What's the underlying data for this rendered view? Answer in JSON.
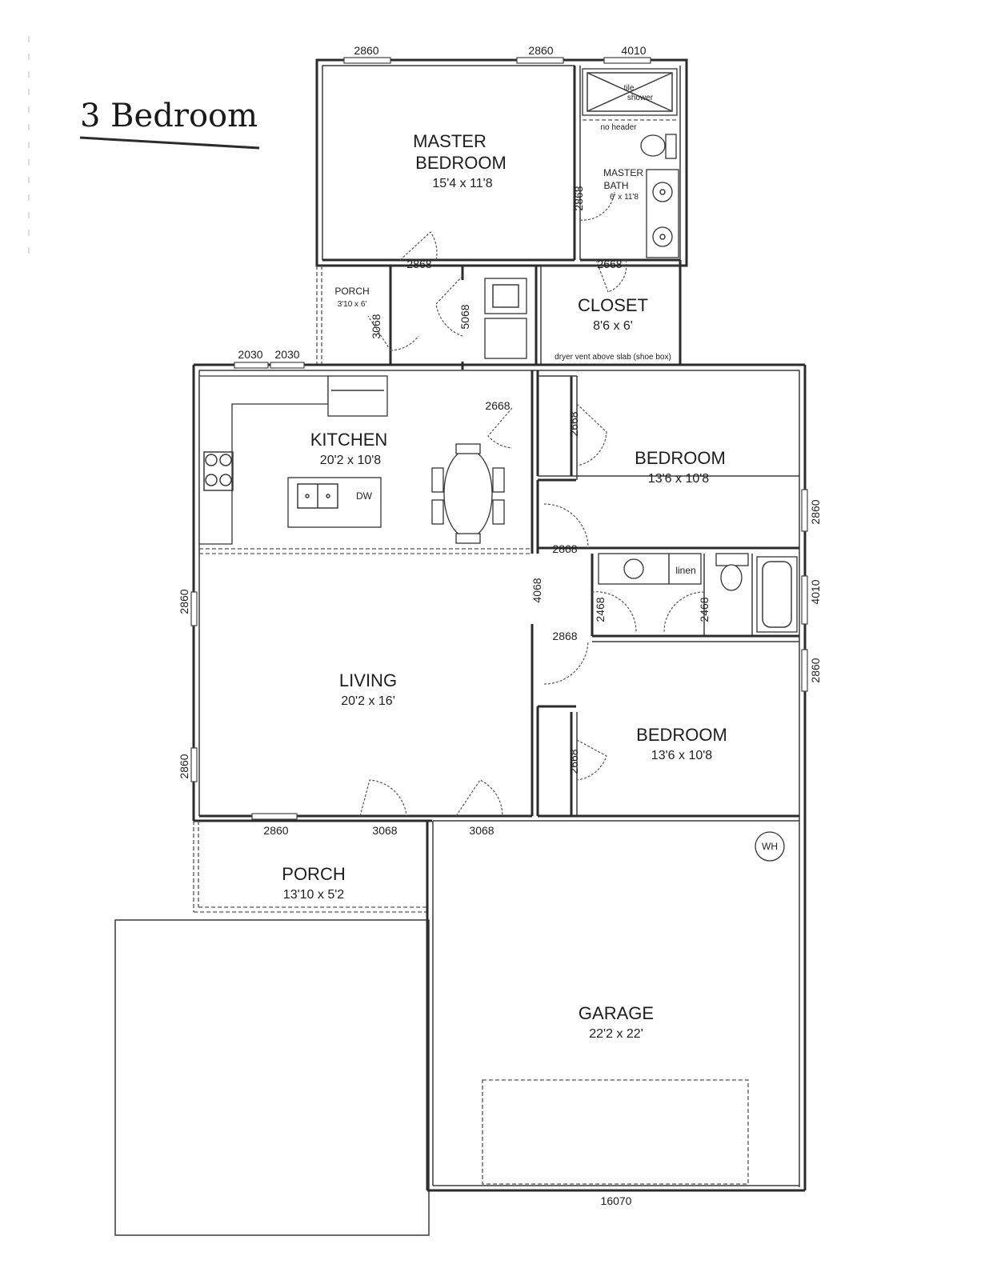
{
  "title": "3 Bedroom",
  "rooms": {
    "master_bedroom": {
      "name_line1": "MASTER",
      "name_line2": "BEDROOM",
      "size": "15'4 x 11'8"
    },
    "master_bath": {
      "name_line1": "MASTER",
      "name_line2": "BATH",
      "size": "6' x 11'8"
    },
    "porch_small": {
      "name": "PORCH",
      "size": "3'10 x 6'"
    },
    "closet": {
      "name": "CLOSET",
      "size": "8'6 x 6'",
      "note": "dryer vent above slab (shoe box)"
    },
    "kitchen": {
      "name": "KITCHEN",
      "size": "20'2 x 10'8"
    },
    "bedroom_1": {
      "name": "BEDROOM",
      "size": "13'6 x 10'8"
    },
    "living": {
      "name": "LIVING",
      "size": "20'2 x 16'"
    },
    "bedroom_2": {
      "name": "BEDROOM",
      "size": "13'6 x 10'8"
    },
    "porch_front": {
      "name": "PORCH",
      "size": "13'10 x 5'2"
    },
    "garage": {
      "name": "GARAGE",
      "size": "22'2 x 22'"
    }
  },
  "labels": {
    "tile_shower_1": "tile",
    "tile_shower_2": "shower",
    "no_header": "no header",
    "linen": "linen",
    "wh": "WH",
    "dw": "DW"
  },
  "dimensions": {
    "top_window_1": "2860",
    "top_window_2": "2860",
    "top_window_3": "4010",
    "master_door": "2868",
    "master_bath_door": "2868",
    "closet_door": "2668",
    "porch_door": "3068",
    "hall_door": "5068",
    "kitchen_win_1": "2030",
    "kitchen_win_2": "2030",
    "kitchen_door": "2668",
    "bed1_door": "2668",
    "bed1_window": "2860",
    "bed1_hall_door": "2868",
    "living_opening": "4068",
    "hall_bath_door_1": "2468",
    "hall_bath_door_2": "2468",
    "hall_bath_window": "4010",
    "bed2_hall_door": "2868",
    "bed2_window": "2860",
    "bed2_closet_door": "2668",
    "living_window_left_1": "2860",
    "living_window_left_2": "2860",
    "porch_window": "2860",
    "front_door": "3068",
    "garage_door": "3068",
    "garage_overhead": "16070"
  }
}
